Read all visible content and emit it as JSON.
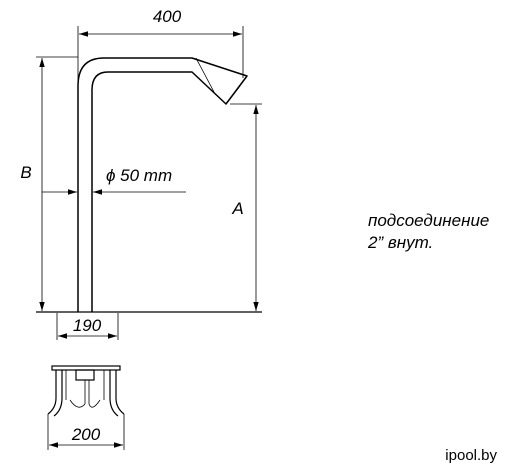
{
  "dimensions": {
    "spout_length": "400",
    "total_height_label": "B",
    "spout_height_label": "A",
    "pipe_diameter": "ϕ 50 mm",
    "base_width": "190",
    "flange_width": "200"
  },
  "note": {
    "line1": "подсоединение",
    "line2": "2” внут."
  },
  "brand": "ipool.by",
  "colors": {
    "line": "#000000",
    "background": "#ffffff"
  }
}
